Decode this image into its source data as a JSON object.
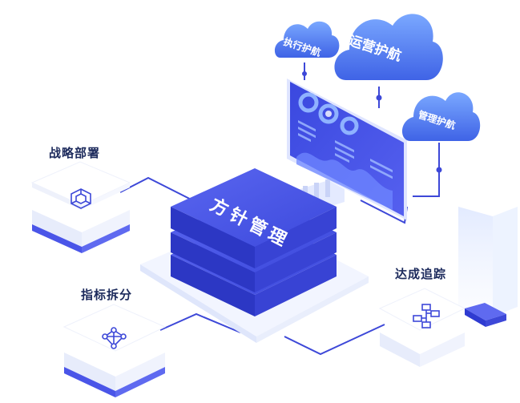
{
  "core": {
    "label": "方针管理"
  },
  "nodes": {
    "strategy": {
      "label": "战略部署",
      "icon": "hexagon-cube-icon"
    },
    "indicator": {
      "label": "指标拆分",
      "icon": "network-nodes-icon"
    },
    "tracking": {
      "label": "达成追踪",
      "icon": "hierarchy-boxes-icon"
    }
  },
  "clouds": {
    "execution": {
      "label": "执行护航"
    },
    "operation": {
      "label": "运营护航"
    },
    "management": {
      "label": "管理护航"
    }
  },
  "colors": {
    "primary": "#4a55e8",
    "dark": "#2f3bd1",
    "navy": "#1c2a5c",
    "cloud": "#5a8ef5",
    "line": "#3d48d8"
  }
}
